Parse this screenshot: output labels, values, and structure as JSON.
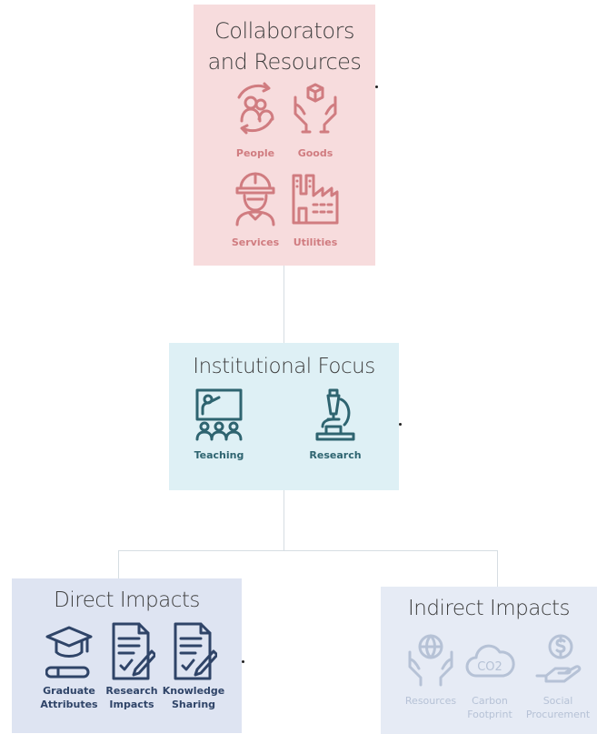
{
  "collaborators": {
    "title_line1": "Collaborators",
    "title_line2": "and Resources",
    "items": [
      {
        "label": "People",
        "icon": "people-cycle-icon"
      },
      {
        "label": "Goods",
        "icon": "hands-box-icon"
      },
      {
        "label": "Services",
        "icon": "hard-hat-worker-icon"
      },
      {
        "label": "Utilities",
        "icon": "factory-icon"
      }
    ],
    "color": "#d07c80",
    "background": "#f7dcdd"
  },
  "focus": {
    "title": "Institutional Focus",
    "items": [
      {
        "label": "Teaching",
        "icon": "classroom-board-icon"
      },
      {
        "label": "Research",
        "icon": "microscope-icon"
      }
    ],
    "color": "#2e6470",
    "background": "#def0f5"
  },
  "direct": {
    "title": "Direct Impacts",
    "items": [
      {
        "label": "Graduate\nAttributes",
        "icon": "graduation-cap-icon"
      },
      {
        "label": "Research\nImpacts",
        "icon": "document-pen-icon"
      },
      {
        "label": "Knowledge\nSharing",
        "icon": "document-pen-icon"
      }
    ],
    "color": "#2f4468",
    "background": "#dee4f2"
  },
  "indirect": {
    "title": "Indirect Impacts",
    "items": [
      {
        "label": "Resources",
        "icon": "hands-globe-icon"
      },
      {
        "label": "Carbon\nFootprint",
        "icon": "co2-cloud-icon"
      },
      {
        "label": "Social\nProcurement",
        "icon": "hand-coin-icon"
      }
    ],
    "color": "#b6c2d6",
    "background": "#e6ebf5"
  }
}
